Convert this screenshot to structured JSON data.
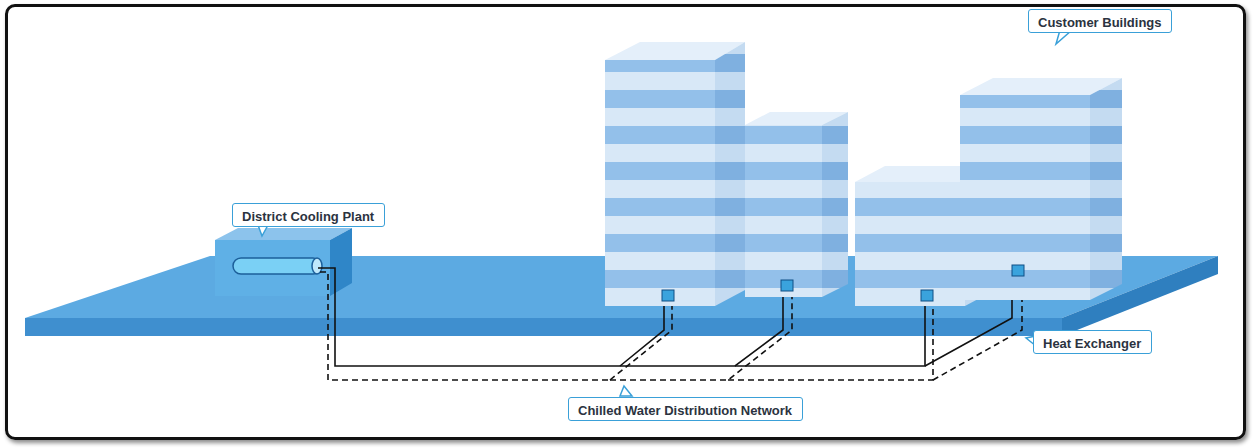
{
  "diagram": {
    "nodes": [
      {
        "text": [
          "Customer Buildings"
        ]
      },
      {
        "text": [
          "District Cooling Plant"
        ]
      },
      {
        "text": [
          "Heat Exchanger"
        ]
      },
      {
        "text": [
          "Chilled Water Distribution Network"
        ]
      }
    ]
  }
}
